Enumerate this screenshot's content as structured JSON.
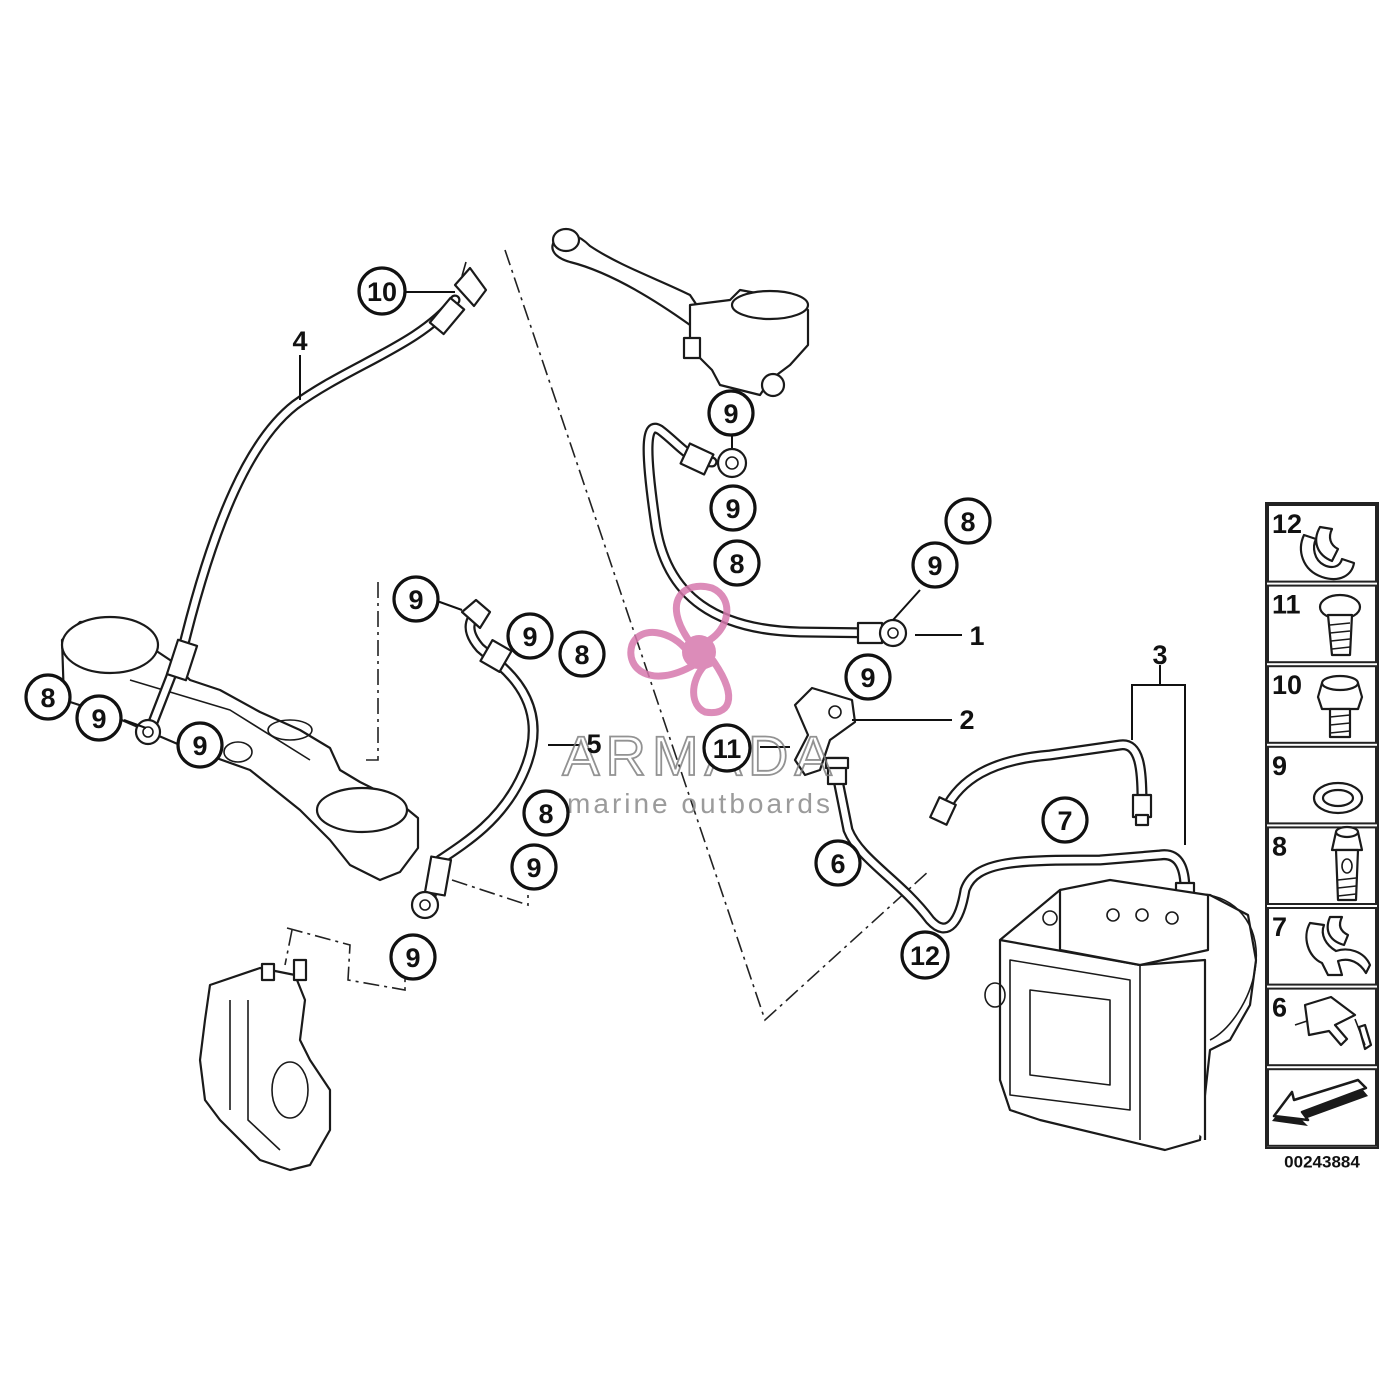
{
  "diagram": {
    "callouts": [
      {
        "id": "c10",
        "label": "10"
      },
      {
        "id": "c4",
        "label": "4"
      },
      {
        "id": "c9-a",
        "label": "9"
      },
      {
        "id": "c9-b",
        "label": "9"
      },
      {
        "id": "c8-a",
        "label": "8"
      },
      {
        "id": "c8-b",
        "label": "8"
      },
      {
        "id": "c9-c",
        "label": "9"
      },
      {
        "id": "c1",
        "label": "1"
      },
      {
        "id": "c9-d",
        "label": "9"
      },
      {
        "id": "c2",
        "label": "2"
      },
      {
        "id": "c3",
        "label": "3"
      },
      {
        "id": "c11",
        "label": "11"
      },
      {
        "id": "c7",
        "label": "7"
      },
      {
        "id": "c6",
        "label": "6"
      },
      {
        "id": "c12",
        "label": "12"
      },
      {
        "id": "c9-e",
        "label": "9"
      },
      {
        "id": "c9-f",
        "label": "9"
      },
      {
        "id": "c8-c",
        "label": "8"
      },
      {
        "id": "c8-d",
        "label": "8"
      },
      {
        "id": "c9-g",
        "label": "9"
      },
      {
        "id": "c9-h",
        "label": "9"
      },
      {
        "id": "c5",
        "label": "5"
      },
      {
        "id": "c8-e",
        "label": "8"
      },
      {
        "id": "c9-i",
        "label": "9"
      },
      {
        "id": "c9-j",
        "label": "9"
      }
    ],
    "legend": [
      {
        "label": "12",
        "icon": "hose-clip-icon"
      },
      {
        "label": "11",
        "icon": "bolt-icon"
      },
      {
        "label": "10",
        "icon": "hex-bolt-icon"
      },
      {
        "label": "9",
        "icon": "sealing-ring-icon"
      },
      {
        "label": "8",
        "icon": "banjo-bolt-icon"
      },
      {
        "label": "7",
        "icon": "line-clip-icon"
      },
      {
        "label": "6",
        "icon": "cable-tie-icon"
      },
      {
        "label": "",
        "icon": "arrow-left-icon"
      }
    ],
    "diagram_number": "00243884"
  },
  "watermark": {
    "brand": "ARMADA",
    "tagline": "marine outboards",
    "color": "#d678ad"
  }
}
